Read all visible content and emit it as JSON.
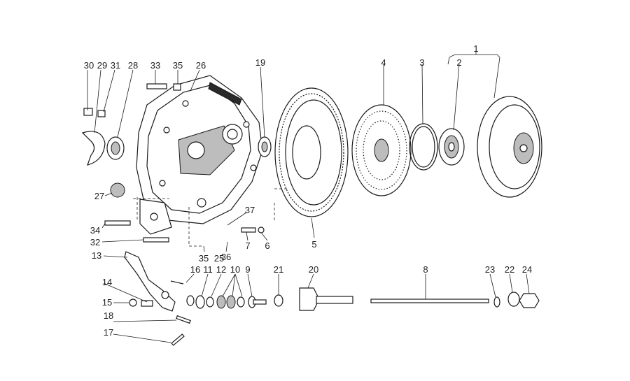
{
  "diagram": {
    "callouts": [
      "1",
      "2",
      "3",
      "4",
      "5",
      "6",
      "7",
      "8",
      "9",
      "10",
      "11",
      "12",
      "13",
      "14",
      "15",
      "16",
      "17",
      "18",
      "19",
      "20",
      "21",
      "22",
      "23",
      "24",
      "25",
      "26",
      "27",
      "28",
      "29",
      "30",
      "31",
      "32",
      "33",
      "34",
      "35",
      "35",
      "36",
      "37"
    ]
  }
}
